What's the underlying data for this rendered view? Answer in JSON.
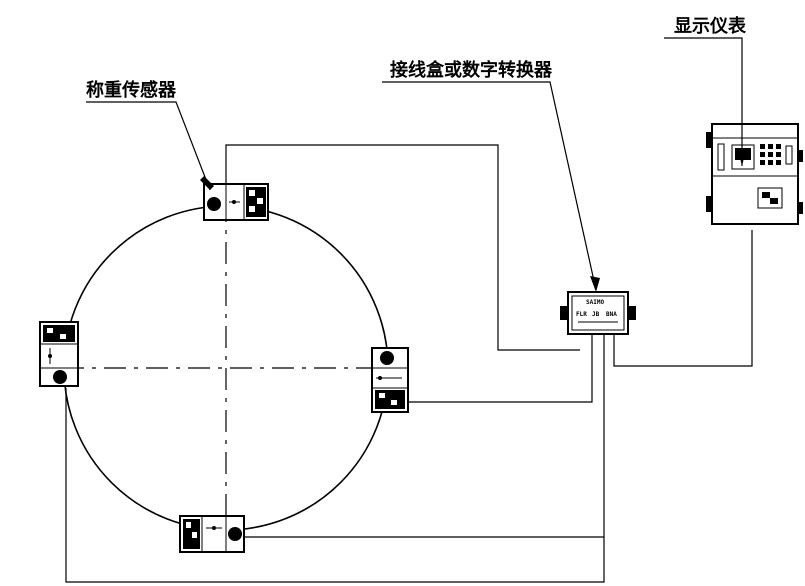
{
  "labels": {
    "load_cell": "称重传感器",
    "junction_box": "接线盒或数字转换器",
    "display": "显示仪表"
  },
  "junction_box_text": {
    "brand": "SAIMO",
    "model_left": "FLR",
    "model_mid": "JB",
    "model_right": "BNA"
  }
}
